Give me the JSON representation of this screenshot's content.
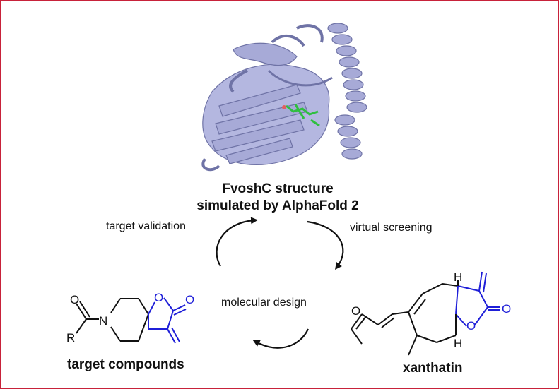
{
  "title_line1": "FvoshC structure",
  "title_line2": "simulated by AlphaFold 2",
  "cycle": {
    "left": "target validation",
    "right": "virtual screening",
    "center": "molecular design"
  },
  "compounds": {
    "left_name": "target compounds",
    "right_name": "xanthatin"
  },
  "atoms": {
    "O": "O",
    "N": "N",
    "R": "R",
    "H": "H"
  },
  "colors": {
    "border": "#c8223a",
    "protein": "#a7aad7",
    "ligand": "#2fbf3f",
    "highlight": "#1f1fd8",
    "text": "#111111"
  }
}
